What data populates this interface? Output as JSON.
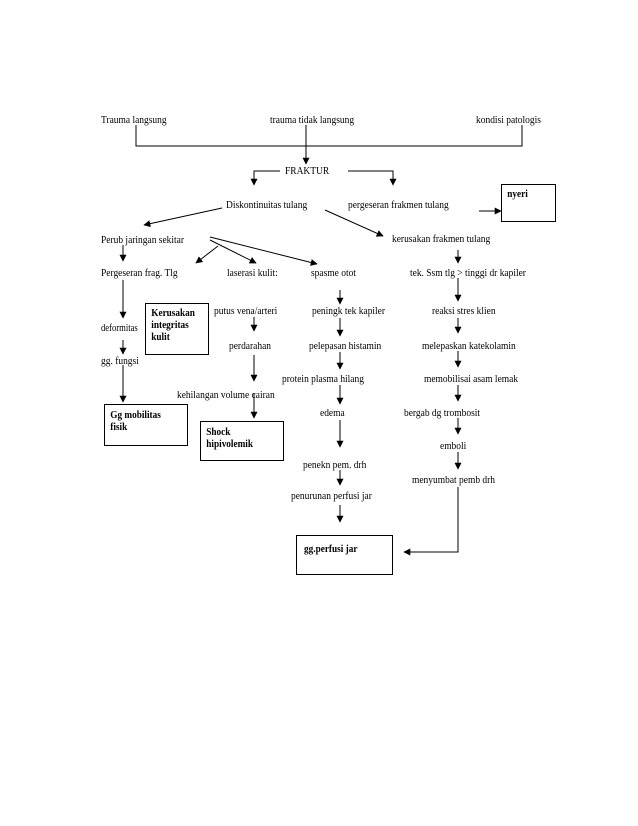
{
  "causes": {
    "direct": "Trauma langsung",
    "indirect": "trauma tidak langsung",
    "pathologic": "kondisi patologis"
  },
  "fraktur": "FRAKTUR",
  "discontinuity": "Diskontinuitas tulang",
  "fragment_shift": "pergeseran frakmen tulang",
  "pain_box": "nyeri",
  "tissue_change": "Perub jaringan sekitar",
  "fragment_damage": "kerusakan frakmen tulang",
  "fragment_shift_tlg": "Pergeseran frag. Tlg",
  "skin_laceration": "laserasi kulit:",
  "muscle_spasm": "spasme otot",
  "capillary_pressure": "tek. Ssm tlg > tinggi dr kapiler",
  "deformity": "deformitas",
  "skin_box": [
    "Kerusakan",
    "integritas",
    "kulit"
  ],
  "vessel_rupture": "putus vena/arteri",
  "capillary_increase": "peningk tek kapiler",
  "stress_reaction": "reaksi stres klien",
  "function_impairment": "gg. fungsi",
  "bleeding": "perdarahan",
  "histamine_release": "pelepasan histamin",
  "catecholamine_release": "melepaskan katekolamin",
  "protein_loss": "protein plasma hilang",
  "fat_mobilization": "memobilisai asam lemak",
  "volume_loss": "kehilangan volume cairan",
  "edema": "edema",
  "platelet_aggregation": "bergab dg trombosit",
  "mobility_box": [
    "Gg mobilitas",
    "fisik"
  ],
  "shock_box": [
    "Shock",
    "hipivolemik"
  ],
  "emboli": "emboli",
  "vessel_compression": "penekn pem. drh",
  "vessel_occlusion": "menyumbat pemb drh",
  "perfusion_decrease": "penurunan perfusi jar",
  "perfusion_box": "gg.perfusi jar"
}
